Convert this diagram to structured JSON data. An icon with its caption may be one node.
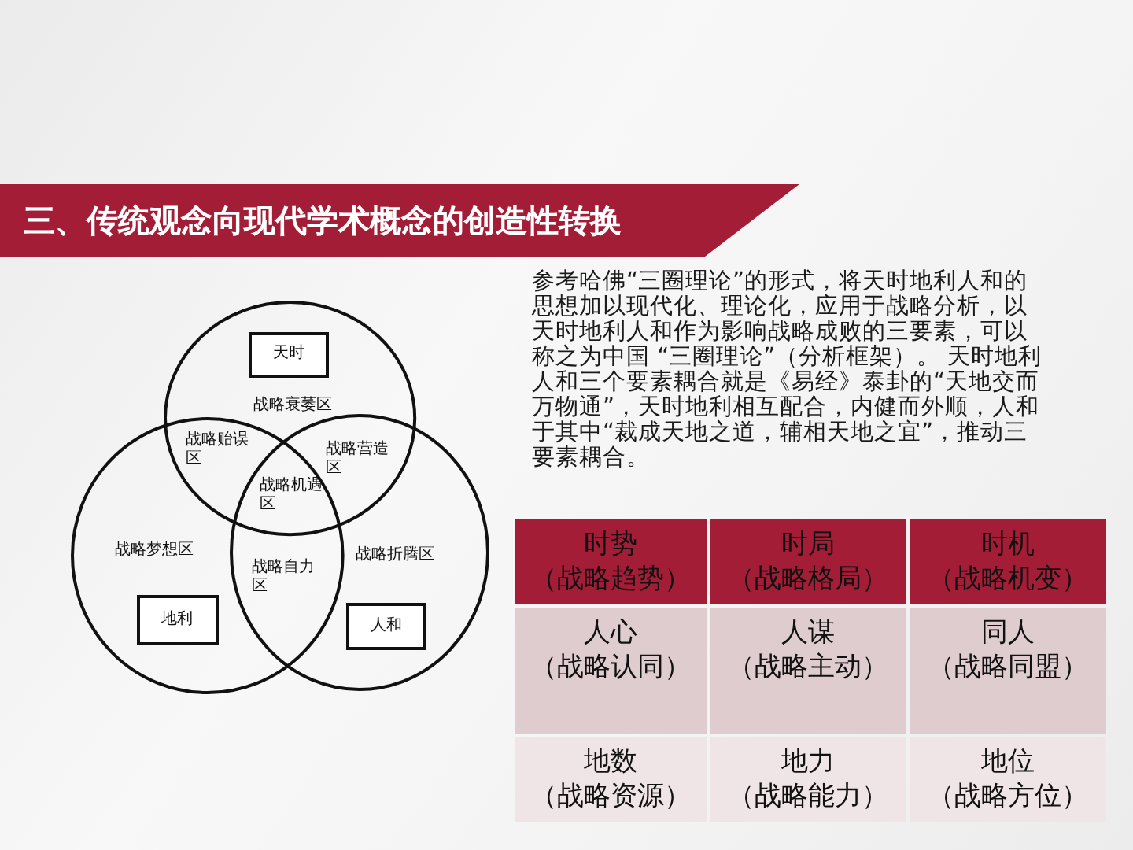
{
  "diagram": {
    "title": "三、传统观念向现代学术概念的创造性转换",
    "nodes": [
      {
        "text": [],
        "shape": "circle"
      },
      {
        "text": [],
        "shape": "circle"
      },
      {
        "text": [],
        "shape": "circle"
      },
      {
        "text": [
          "天时"
        ],
        "in": 0
      },
      {
        "text": [
          "地利"
        ],
        "in": 1
      },
      {
        "text": [
          "人和"
        ],
        "in": 2
      }
    ],
    "labels": [
      "参考哈佛“三圈理论”的形式，将天时地利人和的思想加以现代化、理论化，应用于战略分析，以天时地利人和作为影响战略成败的三要素，可以称之为中国 “三圈理论”（分析框架）。 天时地利人和三个要素耦合就是《易经》泰卦的“天地交而万物通”，天时地利相互配合，内健而外顺，人和于其中“裁成天地之道，辅相天地之宜”，推动三要素耦合。",
      "战略衰萎区",
      "战略贻误区",
      "战略营造区",
      "战略机遇区",
      "战略梦想区",
      "战略自力区",
      "战略折腾区",
      "时势",
      "（战略趋势）",
      "时局",
      "（战略格局）",
      "时机",
      "（战略机变）",
      "人心",
      "（战略认同）",
      "人谋",
      "（战略主动）",
      "同人",
      "（战略同盟）",
      "地数",
      "（战略资源）",
      "地力",
      "（战略能力）",
      "地位",
      "（战略方位）"
    ]
  }
}
